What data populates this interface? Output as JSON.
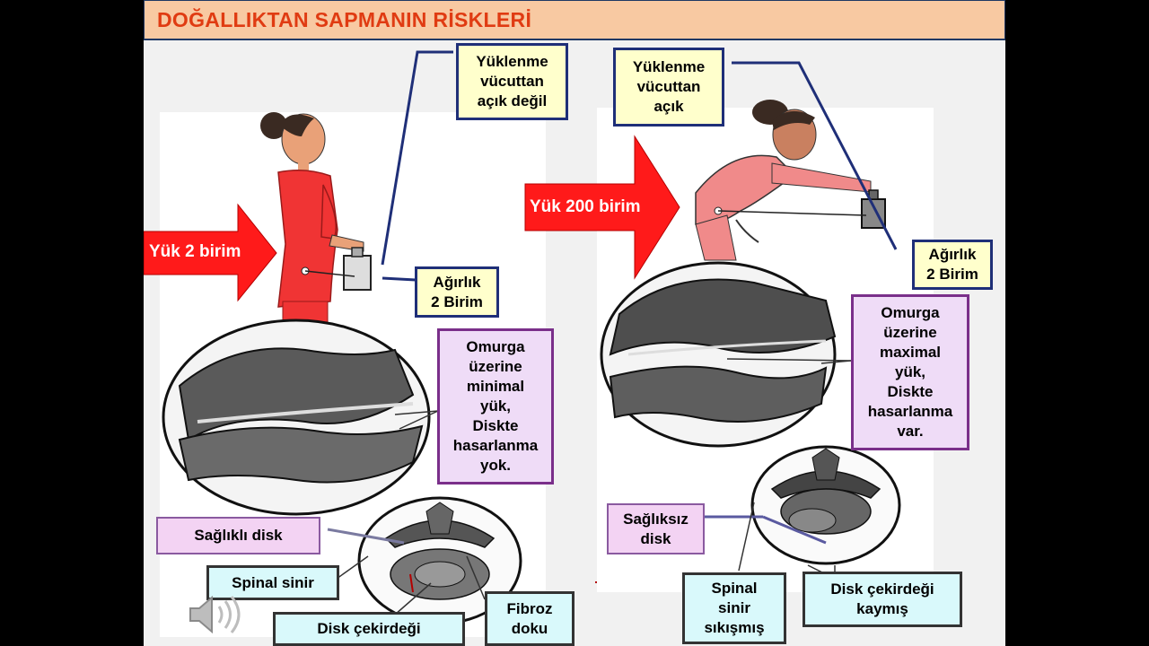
{
  "slide": {
    "title": "DOĞALLIKTAN SAPMANIN RİSKLERİ",
    "left": {
      "load_arrow": "Yük 2 birim",
      "callout_load": [
        "Yüklenme",
        "vücuttan",
        "açık değil"
      ],
      "callout_weight": [
        "Ağırlık",
        "2 Birim"
      ],
      "callout_spine": [
        "Omurga",
        "üzerine",
        "minimal",
        "yük,",
        "Diskte",
        "hasarlanma",
        "yok."
      ],
      "label_disc": "Sağlıklı disk",
      "label_nerve": "Spinal sinir",
      "label_nucleus": "Disk çekirdeği",
      "label_fibrous": [
        "Fibroz",
        "doku"
      ]
    },
    "right": {
      "load_arrow": "Yük 200 birim",
      "callout_load": [
        "Yüklenme",
        "vücuttan",
        "açık"
      ],
      "callout_weight": [
        "Ağırlık",
        "2 Birim"
      ],
      "callout_spine": [
        "Omurga",
        "üzerine",
        "maximal",
        "yük,",
        "Diskte",
        "hasarlanma",
        "var."
      ],
      "label_disc": [
        "Sağlıksız",
        "disk"
      ],
      "label_nerve": [
        "Spinal",
        "sinir",
        "sıkışmış"
      ],
      "label_nucleus": [
        "Disk çekirdeği",
        "kaymış"
      ]
    }
  },
  "colors": {
    "title_text": "#e03b12",
    "title_bg": "#f8c9a2",
    "arrow_red": "#ff1a1a",
    "figure_red": "#f03434",
    "figure_pink": "#f08a8a",
    "callout_border": "#1f2f78"
  },
  "icons": [
    "speaker-icon"
  ]
}
